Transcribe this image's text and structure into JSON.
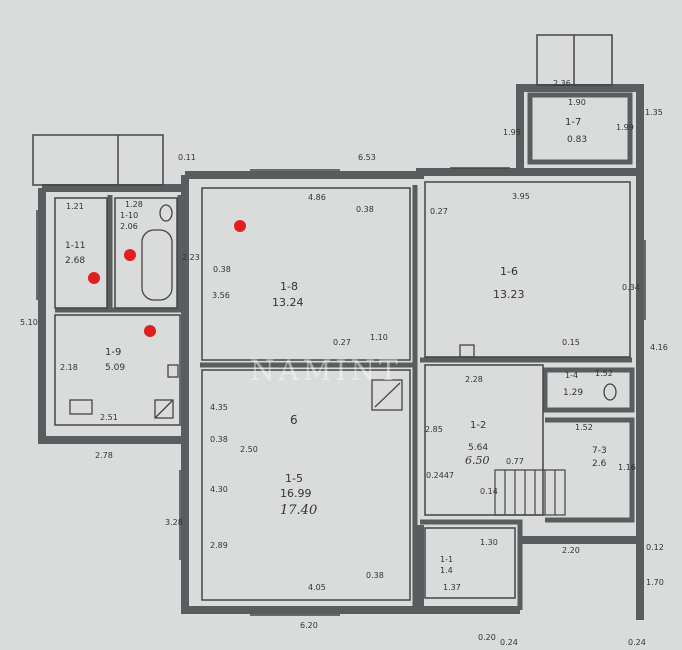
{
  "colors": {
    "paper": "#d9dcdb",
    "wall": "#5a5d5f",
    "wall_fill": "#8f9394",
    "ink": "#333333",
    "marker": "#e02020",
    "watermark": "#ffffff"
  },
  "watermark": "NAMINT",
  "rooms": {
    "r1_7": {
      "id": "1-7",
      "area": "0.83"
    },
    "r1_11": {
      "id": "1-11",
      "area": "2.68"
    },
    "r1_10": {
      "id": "1-10",
      "area": "2.06"
    },
    "r1_8": {
      "id": "1-8",
      "area": "13.24"
    },
    "r1_6": {
      "id": "1-6",
      "area": "13.23"
    },
    "r1_9": {
      "id": "1-9",
      "area": "5.09"
    },
    "r1_4": {
      "id": "1-4",
      "area": "1.29"
    },
    "r1_2": {
      "id": "1-2",
      "area": "5.64",
      "area_hand": "6.50"
    },
    "r1_3": {
      "id": "7-3",
      "area": "2.6"
    },
    "r1_5": {
      "id": "1-5",
      "area": "16.99",
      "area_hand": "17.40",
      "mark": "6"
    },
    "r1_1": {
      "id": "1-1",
      "area": "1.4"
    }
  },
  "dims": {
    "d_236": "2.36",
    "d_190": "1.90",
    "d_195": "1.95",
    "d_199": "1.99",
    "d_135": "1.35",
    "d_653": "6.53",
    "d_486": "4.86",
    "d_038a": "0.38",
    "d_027a": "0.27",
    "d_395": "3.95",
    "d_011": "0.11",
    "d_121": "1.21",
    "d_128": "1.28",
    "d_223": "2.23",
    "d_038b": "0.38",
    "d_356": "3.56",
    "d_034": "0.34",
    "d_510": "5.10",
    "d_027b": "0.27",
    "d_110": "1.10",
    "d_015": "0.15",
    "d_416": "4.16",
    "d_218": "2.18",
    "d_228": "2.28",
    "d_152a": "1.52",
    "d_251": "2.51",
    "d_435": "4.35",
    "d_152b": "1.52",
    "d_278": "2.78",
    "d_038c": "0.38",
    "d_250": "2.50",
    "d_285": "2.85",
    "d_077": "0.77",
    "d_116": "1.16",
    "d_430": "4.30",
    "d_247": "0.2447",
    "d_014": "0.14",
    "d_328": "3.28",
    "d_289": "2.89",
    "d_130": "1.30",
    "d_220": "2.20",
    "d_012": "0.12",
    "d_405": "4.05",
    "d_038d": "0.38",
    "d_137": "1.37",
    "d_170": "1.70",
    "d_620": "6.20",
    "d_020": "0.20",
    "d_024a": "0.24",
    "d_024b": "0.24"
  }
}
